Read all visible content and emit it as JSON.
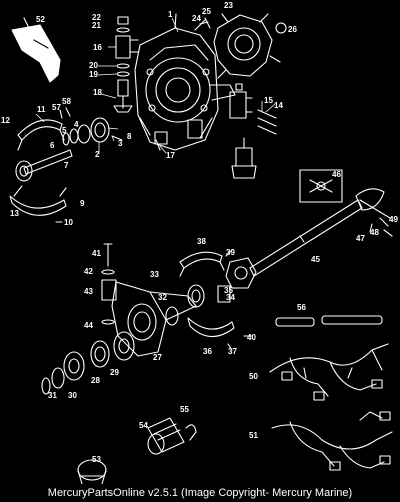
{
  "footer": {
    "caption": "MercuryPartsOnline v2.5.1 (Image Copyright- Mercury Marine)"
  },
  "callouts": [
    "1",
    "2",
    "3",
    "4",
    "5",
    "6",
    "7",
    "8",
    "9",
    "10",
    "11",
    "12",
    "13",
    "14",
    "15",
    "16",
    "17",
    "18",
    "19",
    "20",
    "21",
    "22",
    "23",
    "24",
    "25",
    "26",
    "27",
    "28",
    "29",
    "30",
    "31",
    "32",
    "33",
    "34",
    "35",
    "36",
    "37",
    "38",
    "39",
    "40",
    "41",
    "42",
    "43",
    "44",
    "45",
    "46",
    "47",
    "48",
    "49",
    "50",
    "51",
    "52",
    "53",
    "54",
    "55",
    "56",
    "57",
    "58"
  ],
  "colors": {
    "background": "#000000",
    "line_art": "#ffffff"
  }
}
